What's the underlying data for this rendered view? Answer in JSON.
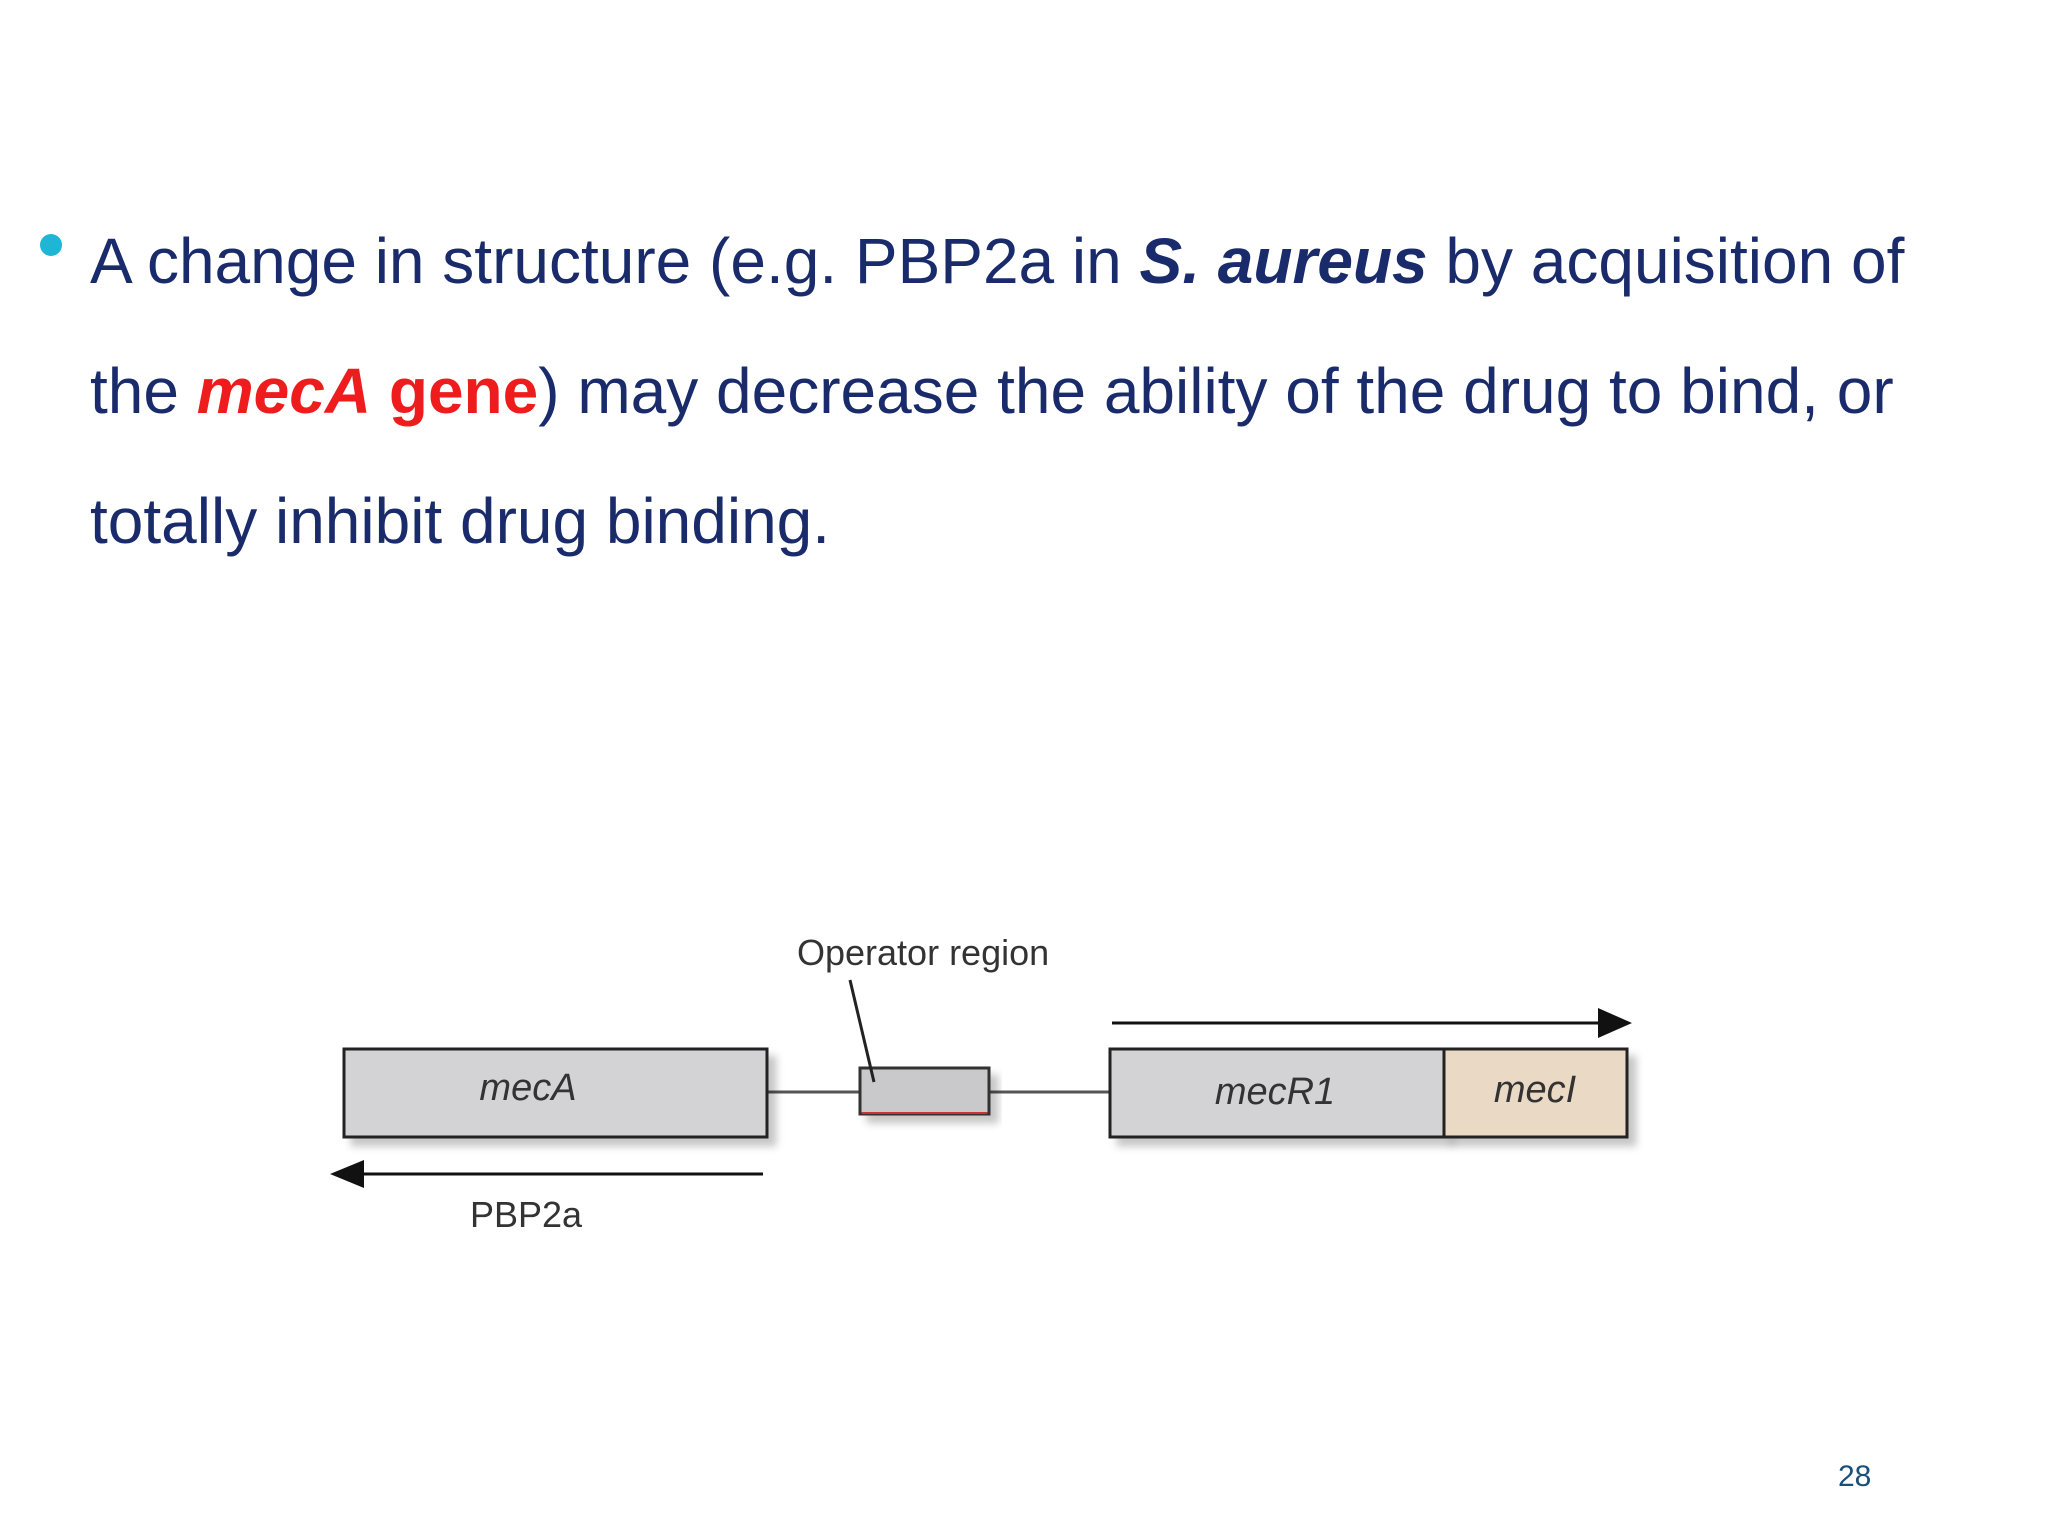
{
  "slide": {
    "bullet": {
      "part1": "A change in structure (e.g. PBP2a in ",
      "organism": "S. aureus",
      "part2": " by acquisition of the ",
      "gene_name": "mecA",
      "gene_word": " gene",
      "part3": ") may decrease the ability of the drug to bind, or totally inhibit drug binding."
    },
    "page_number": "28"
  },
  "diagram": {
    "operator_label": "Operator region",
    "meca_label": "mecA",
    "mecr1_label": "mecR1",
    "meci_label": "mecI",
    "pbp2a_label": "PBP2a"
  },
  "colors": {
    "text": "#1a2b6b",
    "highlight": "#ee1c1c",
    "bullet": "#1fb6d6",
    "gene_box": "#d3d3d6",
    "meci_box": "#ead9c4"
  }
}
